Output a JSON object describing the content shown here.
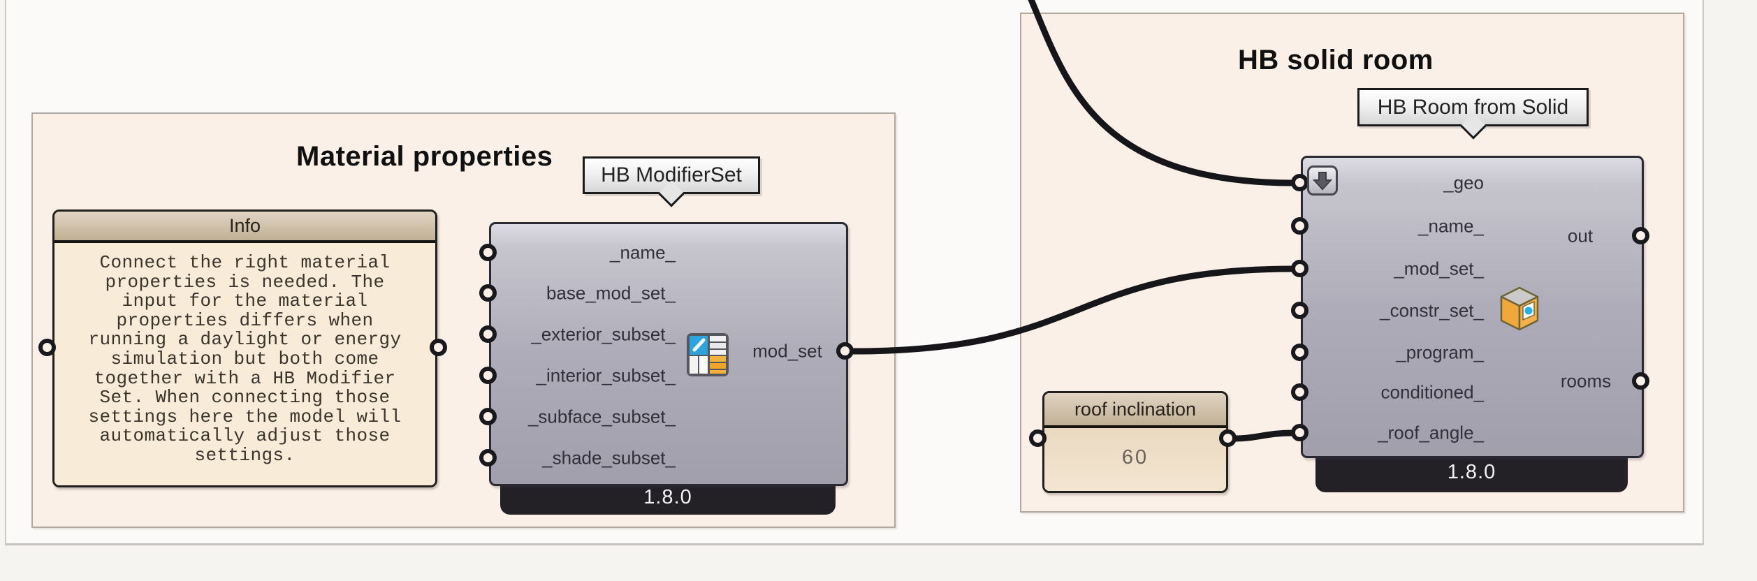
{
  "groups": {
    "material": {
      "title": "Material properties"
    },
    "solid_room": {
      "title": "HB solid room"
    }
  },
  "info_panel": {
    "header": "Info",
    "body": "Connect the right material\nproperties is needed. The\ninput for the material\nproperties differs when\nrunning a daylight or energy\nsimulation but both come\ntogether with a HB Modifier\nSet. When connecting those\nsettings here the model will\nautomatically adjust those\nsettings."
  },
  "modifier_set": {
    "tag": "HB ModifierSet",
    "inputs": [
      "_name_",
      "base_mod_set_",
      "_exterior_subset_",
      "_interior_subset_",
      "_subface_subset_",
      "_shade_subset_"
    ],
    "outputs": [
      "mod_set"
    ],
    "version": "1.8.0",
    "icon": "modifier-set-grid-icon"
  },
  "room": {
    "tag": "HB Room from Solid",
    "inputs": [
      "_geo",
      "_name_",
      "_mod_set_",
      "_constr_set_",
      "_program_",
      "conditioned_",
      "_roof_angle_"
    ],
    "outputs": [
      "out",
      "rooms"
    ],
    "version": "1.8.0",
    "icon": "hb-room-cube-icon",
    "geo_button_icon": "down-arrow-icon"
  },
  "roof_panel": {
    "header": "roof inclination",
    "value": "60"
  },
  "colors": {
    "wire": "#161519",
    "group_fill": "#fbf0e7",
    "component_fill": "#a8a6b2",
    "component_border": "#2b2933",
    "version_badge": "#232126",
    "panel_body": "#f8ecd9",
    "panel_header": "#cdbda4",
    "icon_blue": "#2ea3dc",
    "icon_orange": "#f0a83c",
    "page_bg": "#fcfaf8"
  }
}
